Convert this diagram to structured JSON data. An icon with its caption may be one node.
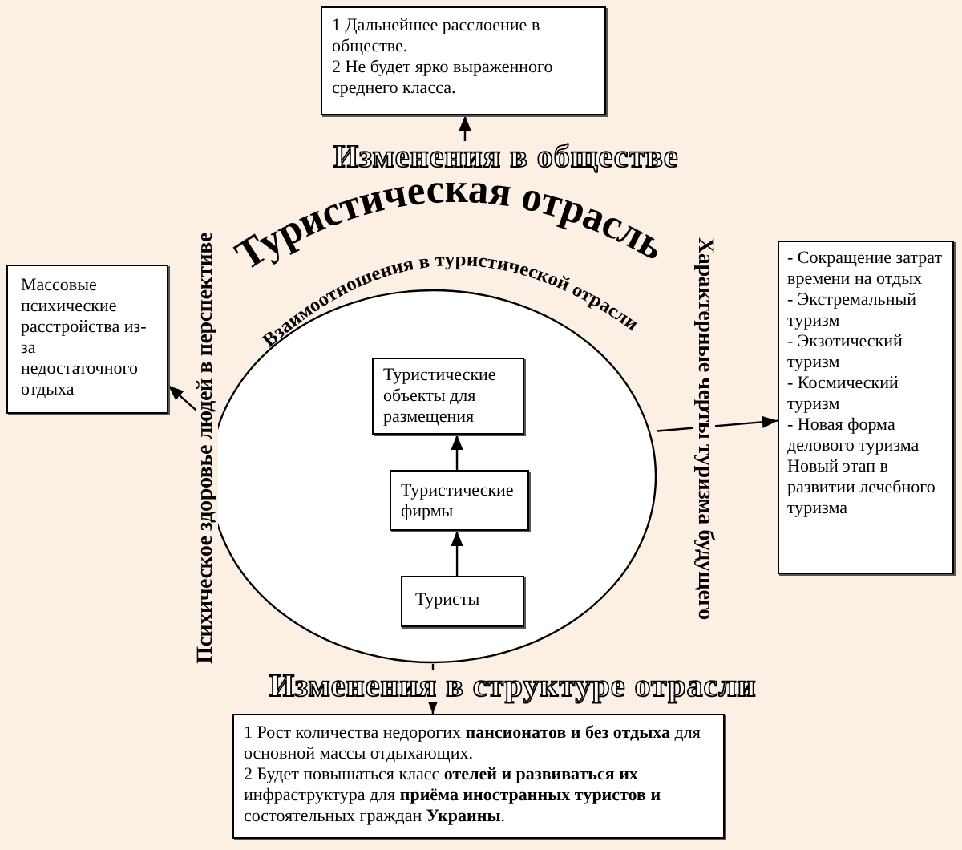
{
  "diagram": {
    "nodes": [
      {
        "text": [
          "1 Дальнейшее расслоение в обществе.",
          "2 Не будет ярко выраженного среднего класса."
        ]
      },
      {
        "text": [
          "Массовые психические расстройства из-за недостаточного отдыха"
        ]
      },
      {
        "text": [
          "Туристическая отрасль",
          "Взаимоотношения в туристической отрасли"
        ]
      },
      {
        "text": [
          "Туристические объекты для размещения"
        ],
        "in": 2
      },
      {
        "text": [
          "Туристические фирмы"
        ],
        "in": 2
      },
      {
        "text": [
          "Туристы"
        ],
        "in": 2
      },
      {
        "text": [
          "- Сокращение затрат времени на отдых",
          "- Экстремальный туризм",
          "- Экзотический туризм",
          "- Космический туризм",
          "- Новая форма делового туризма",
          "Новый этап в развитии лечебного туризма"
        ]
      },
      {
        "text": [
          "1 Рост количества недорогих **пансионатов и без отдыха** для основной массы отдыхающих.",
          "2 Будет повышаться класс **отелей и развиваться их** инфраструктура для **приёма иностранных туристов и** состоятельных граждан **Украины**."
        ]
      }
    ],
    "edges": [
      {
        "from": 2,
        "to": 0,
        "arrow": "to",
        "label": "Изменения в обществе"
      },
      {
        "from": 2,
        "to": 1,
        "arrow": "to",
        "label": "Психическое здоровье людей в перспективе"
      },
      {
        "from": 2,
        "to": 6,
        "arrow": "to",
        "label": "Характерные черты туризма будущего"
      },
      {
        "from": 2,
        "to": 7,
        "arrow": "to",
        "label": "Изменения в структуре отрасли"
      },
      {
        "from": 5,
        "to": 4,
        "arrow": "to"
      },
      {
        "from": 4,
        "to": 3,
        "arrow": "to"
      }
    ]
  }
}
